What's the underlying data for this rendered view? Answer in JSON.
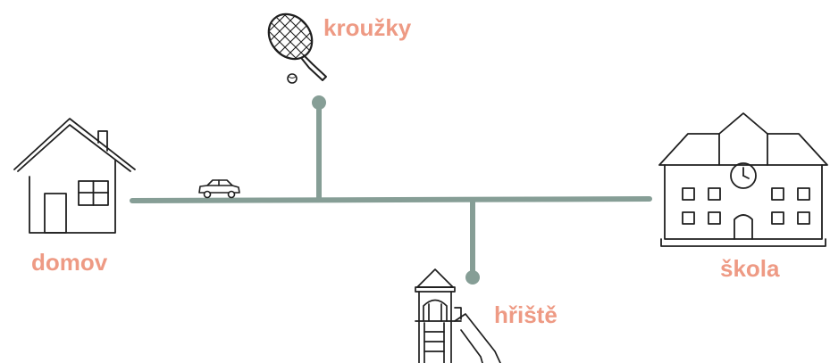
{
  "colors": {
    "road": "#869E96",
    "label": "#EE9A84",
    "ink": "#1f1f1f"
  },
  "places": {
    "home": "domov",
    "school": "škola",
    "clubs": "kroužky",
    "playground": "hřiště"
  },
  "icons": {
    "home": "house-icon",
    "school": "school-building-icon",
    "clubs": "tennis-racket-icon",
    "playground": "playground-slide-icon",
    "vehicle": "car-icon"
  }
}
